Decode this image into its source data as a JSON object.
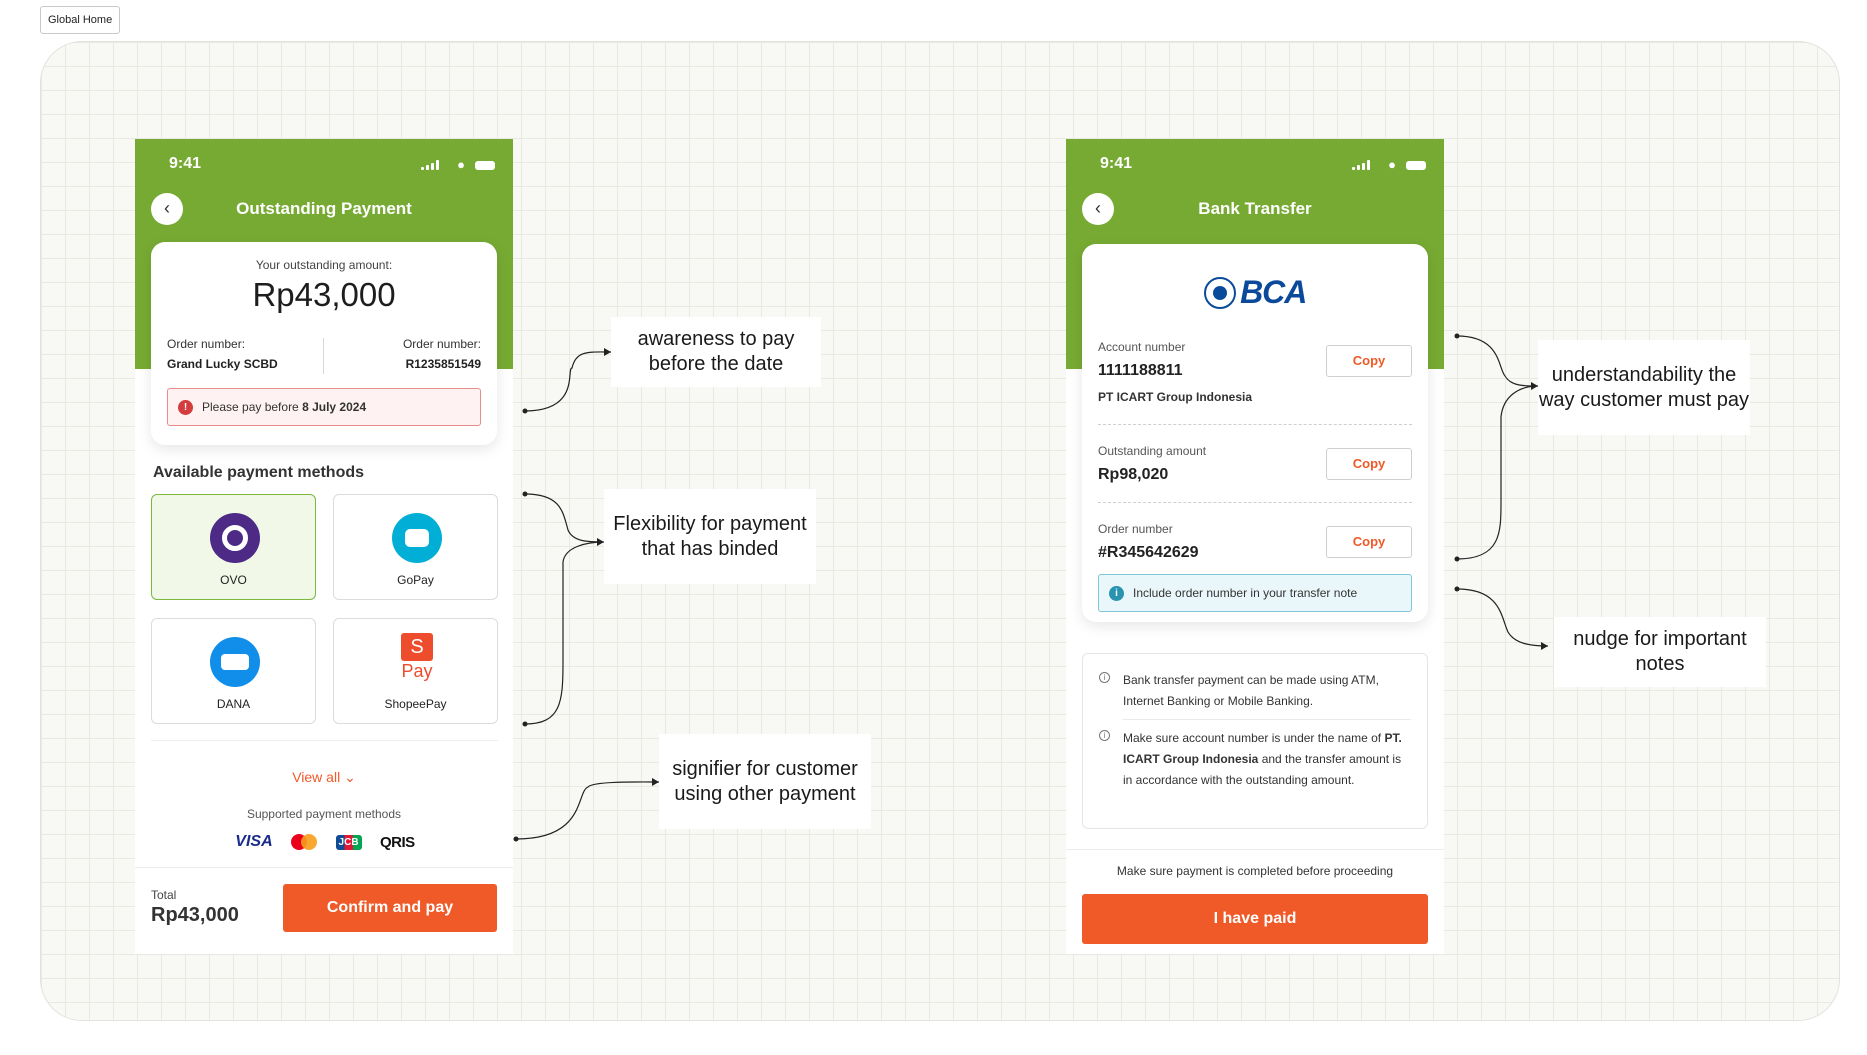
{
  "frame_tag": "Global Home",
  "left_phone": {
    "time": "9:41",
    "title": "Outstanding Payment",
    "amount_label": "Your outstanding amount:",
    "amount": "Rp43,000",
    "order_left_label": "Order number:",
    "order_left_value": "Grand Lucky SCBD",
    "order_right_label": "Order number:",
    "order_right_value": "R1235851549",
    "warning_prefix": "Please pay before",
    "warning_date": "8 July 2024",
    "methods_title": "Available payment methods",
    "methods": [
      "OVO",
      "GoPay",
      "DANA",
      "ShopeePay"
    ],
    "shopee_icon_text": "S",
    "shopee_icon_sub": "Pay",
    "view_all": "View all",
    "supported_label": "Supported payment methods",
    "logos": [
      "VISA",
      "JCB",
      "QRIS"
    ],
    "total_label": "Total",
    "total_value": "Rp43,000",
    "confirm_button": "Confirm and pay"
  },
  "right_phone": {
    "time": "9:41",
    "title": "Bank Transfer",
    "bank_logo": "BCA",
    "account_label": "Account number",
    "account_value": "1111188811",
    "account_holder": "PT ICART Group Indonesia",
    "outstanding_label": "Outstanding amount",
    "outstanding_value": "Rp98,020",
    "order_label": "Order number",
    "order_value": "#R345642629",
    "copy_label": "Copy",
    "include_note": "Include order number in your transfer note",
    "info1": "Bank transfer payment can be made using ATM, Internet Banking or Mobile Banking.",
    "info2_a": "Make sure account number is under the name of",
    "info2_b": "PT. ICART Group Indonesia",
    "info2_c": "and the transfer amount is in accordance with the outstanding amount.",
    "proceed_note": "Make sure payment is completed before proceeding",
    "paid_button": "I have paid"
  },
  "annotations": {
    "a1": "awareness to pay before the date",
    "a2": "Flexibility for payment that has binded",
    "a3": "signifier for customer using other payment",
    "a4": "understandability the way customer must pay",
    "a5": "nudge for important notes"
  },
  "colors": {
    "brand_green": "#77aa33",
    "accent_orange": "#f05a28",
    "bca_blue": "#0b4a9b"
  }
}
